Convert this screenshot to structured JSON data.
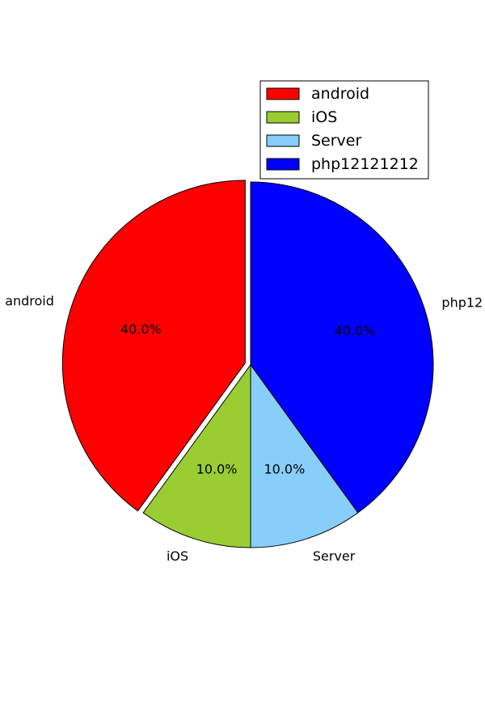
{
  "chart_data": {
    "type": "pie",
    "categories": [
      "android",
      "iOS",
      "Server",
      "php12121212"
    ],
    "values": [
      40.0,
      10.0,
      10.0,
      40.0
    ],
    "percent_labels": [
      "40.0%",
      "10.0%",
      "10.0%",
      "40.0%"
    ],
    "outer_labels": [
      "android",
      "iOS",
      "Server",
      "php12"
    ],
    "colors": [
      "#ff0000",
      "#9acd32",
      "#87cefa",
      "#0000ff"
    ],
    "exploded": [
      "android"
    ],
    "start": "top, clockwise from php12121212",
    "legend": {
      "placement": "top-right",
      "entries": [
        "android",
        "iOS",
        "Server",
        "php12121212"
      ]
    }
  }
}
